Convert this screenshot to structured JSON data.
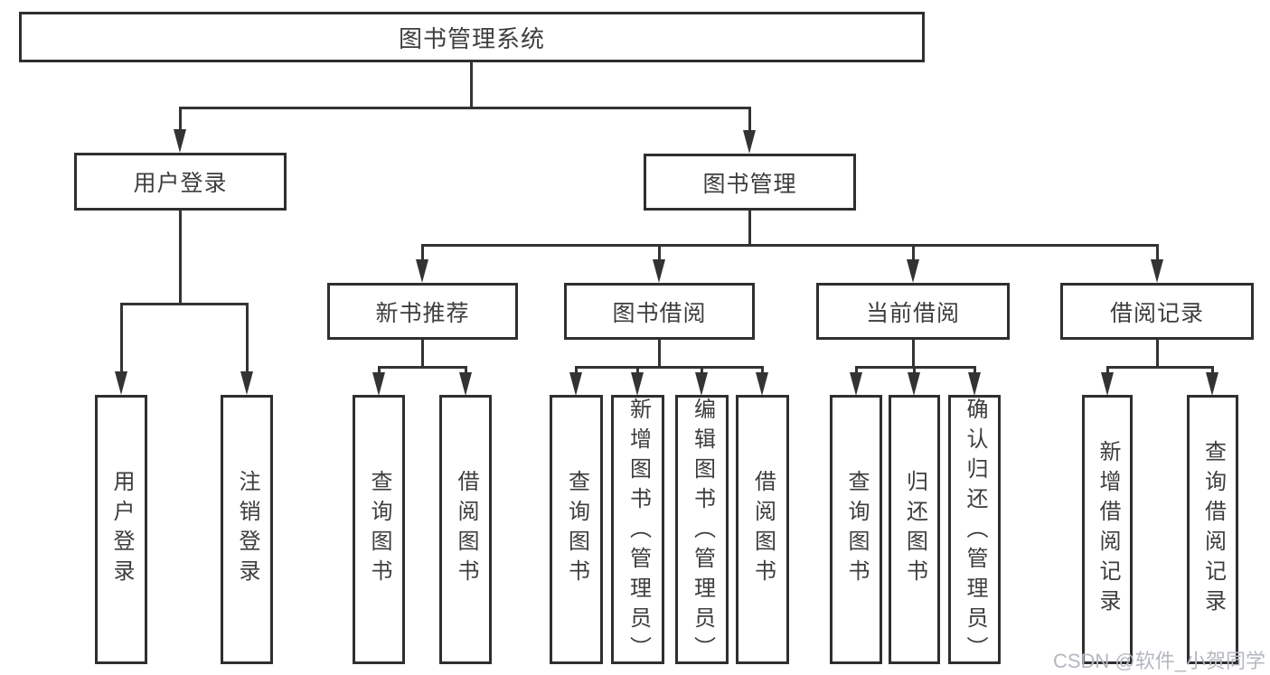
{
  "diagram": {
    "title": "图书管理系统",
    "level2": {
      "user_login": "用户登录",
      "book_mgmt": "图书管理"
    },
    "level3": {
      "new_book_rec": "新书推荐",
      "book_borrow": "图书借阅",
      "current_borrow": "当前借阅",
      "borrow_records": "借阅记录"
    },
    "leaves": {
      "login_user": "用户登录",
      "login_logout": "注销登录",
      "rec_query": "查询图书",
      "rec_borrow": "借阅图书",
      "bb_query": "查询图书",
      "bb_add": "新增图书（管理员）",
      "bb_edit": "编辑图书（管理员）",
      "bb_borrow": "借阅图书",
      "cur_query": "查询图书",
      "cur_return": "归还图书",
      "cur_confirm": "确认归还（管理员）",
      "rec_add_record": "新增借阅记录",
      "rec_query_record": "查询借阅记录"
    }
  },
  "watermark": "CSDN @软件_小贺同学",
  "colors": {
    "line": "#333333",
    "box_border": "#2f2f2f",
    "text": "#3d3d3d",
    "watermark": "#b4b8bf",
    "background": "#ffffff"
  }
}
